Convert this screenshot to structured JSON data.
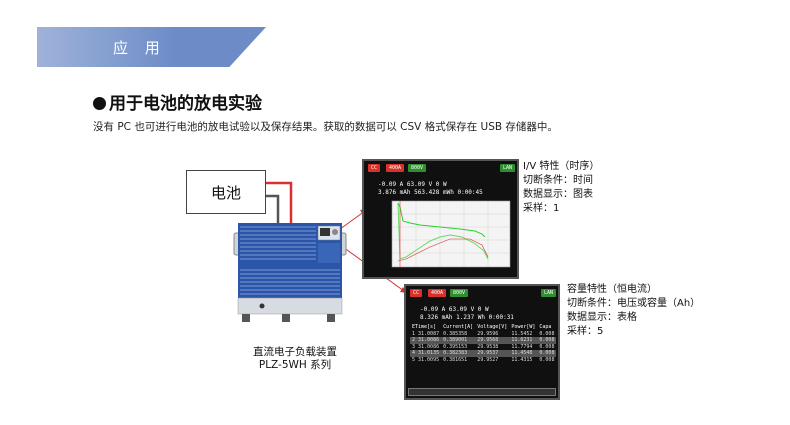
{
  "header": {
    "section": "应 用"
  },
  "heading": {
    "title": "用于电池的放电实验"
  },
  "description": "没有 PC 也可进行电池的放电试验以及保存结果。获取的数据可以 CSV 格式保存在 USB 存储器中。",
  "battery": {
    "label": "电池"
  },
  "device": {
    "caption_line1": "直流电子负载装置",
    "caption_line2": "PLZ-5WH 系列"
  },
  "screen1": {
    "tags": [
      "CC",
      "400A",
      "800V",
      "LAN"
    ],
    "readout_line1": "-0.09 A    63.09 V     0 W",
    "readout_line2": "3.876 mAh   563.428 mWh   0:00:45",
    "labels": [
      "I/V 特性（时序）",
      "切断条件：时间",
      "数据显示：图表",
      "采样：1"
    ]
  },
  "screen2": {
    "tags": [
      "CC",
      "400A",
      "800V",
      "LAN"
    ],
    "readout_line1": "-0.09 A    63.09 V     0 W",
    "readout_line2": "8.326 mAh   1.237 Wh   0:00:31",
    "table_headers": [
      "ETime[s]",
      "Current[A]",
      "Voltage[V]",
      "Power[W]",
      "Capa"
    ],
    "table_rows": [
      [
        "1 31.0087",
        "0.385358",
        "29.9596",
        "11.5452",
        "0.008"
      ],
      [
        "2 31.0086",
        "0.389001",
        "29.9568",
        "11.6231",
        "0.008"
      ],
      [
        "3 31.0086",
        "0.395153",
        "29.9538",
        "11.7794",
        "0.008"
      ],
      [
        "4 31.0135",
        "0.382383",
        "29.9537",
        "11.4548",
        "0.008"
      ],
      [
        "5 31.0095",
        "0.381651",
        "29.9527",
        "11.4315",
        "0.008"
      ]
    ],
    "labels": [
      "容量特性（恒电流）",
      "切断条件：电压或容量（Ah）",
      "数据显示：表格",
      "采样：5"
    ]
  },
  "colors": {
    "banner": "#6d8cc7",
    "screen_bg": "#101010",
    "tag_cc": "#d8322a",
    "tag_range": "#d8322a",
    "tag_volt": "#2f8f2f",
    "tag_lan": "#2f8f2f",
    "chart_voltage": "#2bd12b",
    "chart_current": "#e03030",
    "cable": "#d83030"
  }
}
